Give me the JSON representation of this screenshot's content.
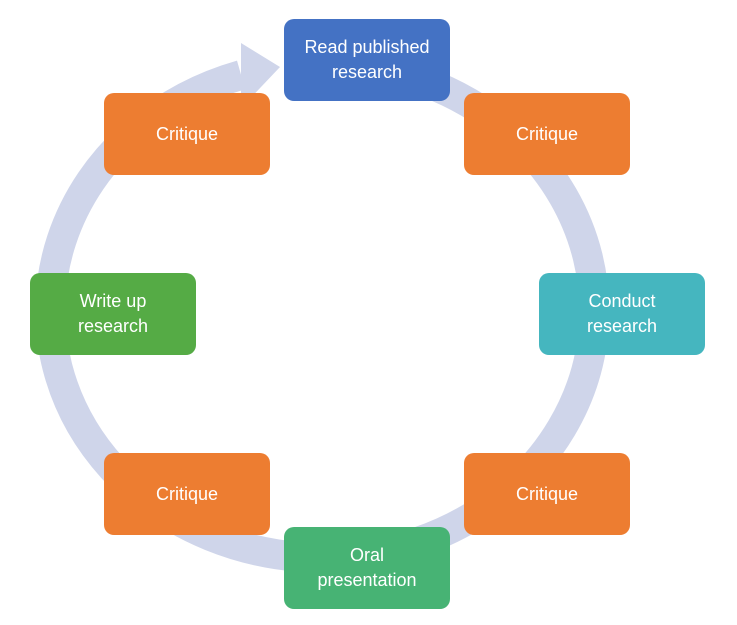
{
  "colors": {
    "cycle_arrow": "#cfd5ea",
    "read": "#4472c4",
    "critique": "#ed7d31",
    "conduct": "#45b6bf",
    "oral": "#47b374",
    "write": "#55ab45"
  },
  "nodes": {
    "read": {
      "label": "Read published\nresearch"
    },
    "critique_top_right": {
      "label": "Critique"
    },
    "conduct": {
      "label": "Conduct\nresearch"
    },
    "critique_bottom_right": {
      "label": "Critique"
    },
    "oral": {
      "label": "Oral\npresentation"
    },
    "critique_bottom_left": {
      "label": "Critique"
    },
    "write": {
      "label": "Write up\nresearch"
    },
    "critique_top_left": {
      "label": "Critique"
    }
  }
}
